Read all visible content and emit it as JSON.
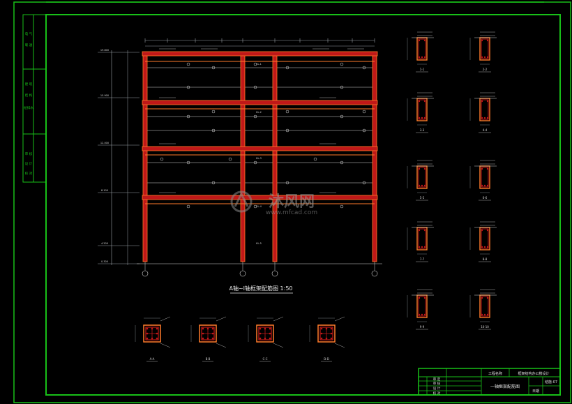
{
  "sheet": {
    "main_title": "A轴~I轴框架配筋图 1:50",
    "watermark_brand": "沐风网",
    "watermark_url": "www.mfcad.com"
  },
  "title_block": {
    "company": "工程名称",
    "project": "框架结构办公楼设计",
    "drawing_name": "一轴框架配筋图",
    "drawing_no": "结施-07",
    "date_label": "日期",
    "rows": [
      "审 定",
      "审 核",
      "设 计",
      "校 对"
    ]
  },
  "side_strip": {
    "groups": [
      [
        "电 气",
        "暖 通"
      ],
      [
        "建 筑",
        "结 构",
        "给排水"
      ],
      [
        "审 核",
        "设 计",
        "校 对"
      ]
    ]
  },
  "frame": {
    "levels": [
      "19.800",
      "15.900",
      "12.000",
      "8.100",
      "4.200",
      "0.300"
    ],
    "mid_labels": [
      "KL-1",
      "KL-2",
      "KL-3",
      "KL-4",
      "KL-5"
    ]
  },
  "section_labels": {
    "beams": [
      "1-1",
      "2-2",
      "3-3",
      "4-4",
      "5-5",
      "6-6",
      "7-7",
      "8-8",
      "9-9",
      "10-10"
    ],
    "columns": [
      "A-A",
      "B-B",
      "C-C",
      "D-D"
    ]
  },
  "colors": {
    "border": "#18c018",
    "beam": "#c01818",
    "beam_edge": "#ff7a2a",
    "line": "#d8d8d8",
    "dim": "#9aa0a6"
  }
}
